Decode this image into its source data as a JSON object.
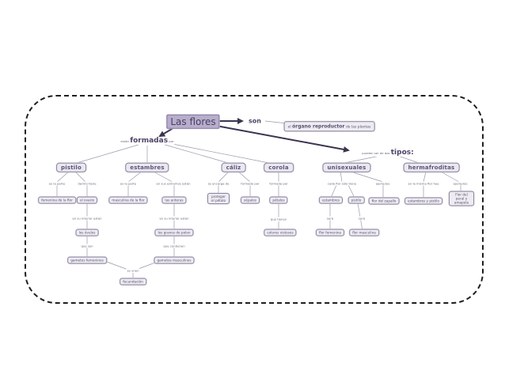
{
  "diagram": {
    "title": "Las flores",
    "root": {
      "label": "Las flores"
    },
    "son": {
      "link": "son",
      "definition_prefix": "el",
      "definition_bold": "órgano reproductor",
      "definition_suffix": "de las plantas"
    },
    "formadas": {
      "prefix": "están",
      "label": "formadas",
      "suffix": "por"
    },
    "tipos": {
      "prefix": "pueden ser de dos",
      "label": "tipos:"
    },
    "parts": [
      {
        "label": "pistilo"
      },
      {
        "label": "estambres"
      },
      {
        "label": "cáliz"
      },
      {
        "label": "corola"
      }
    ],
    "pistilo": {
      "link1": "es la parte",
      "node1": "femenina de la flor",
      "link2": "dentro tiene",
      "node2": "el ovario",
      "link3": "en su interior están",
      "node3": "los óvulos",
      "link4": "que son",
      "node4": "gametos femeninos"
    },
    "estambres": {
      "link1": "es la parte",
      "node1": "masculina de la flor",
      "link2": "en sus extremos están",
      "node2": "las anteras",
      "link3": "en su interior están",
      "node3": "los granos de polen",
      "link4": "que contienen",
      "node4": "gametos masculinos"
    },
    "union": {
      "link": "se unen",
      "node": "fecundación"
    },
    "caliz": {
      "link1": "se encarga de",
      "node1": "proteger el pétalo",
      "link2": "formado por",
      "node2": "sépalos"
    },
    "corola": {
      "link1": "formada por",
      "node1": "pétalos",
      "link2": "que tienen",
      "node2": "colores vistosos"
    },
    "types": [
      {
        "label": "unisexuales"
      },
      {
        "label": "hermafroditas"
      }
    ],
    "unisexuales": {
      "link1": "cada flor sólo tiene",
      "node1a": "estambres",
      "node1b": "pistilo",
      "link_a": "será",
      "node_a": "flor femenina",
      "link_b": "será",
      "node_b": "flor masculina",
      "link2": "ejemplos:",
      "node2": "flor del zapallo"
    },
    "hermafroditas": {
      "link1": "en la misma flor hay",
      "node1": "estambres y pistilo",
      "link2": "ejemplos:",
      "node2": "Flor del peral y amapola"
    }
  },
  "colors": {
    "root_fill": "#b7aecb",
    "node_fill": "#eeecf2",
    "node_border": "#8e8aa0",
    "text": "#5a4e6e",
    "frame": "#1e1e1e",
    "arrow": "#3c3450"
  }
}
